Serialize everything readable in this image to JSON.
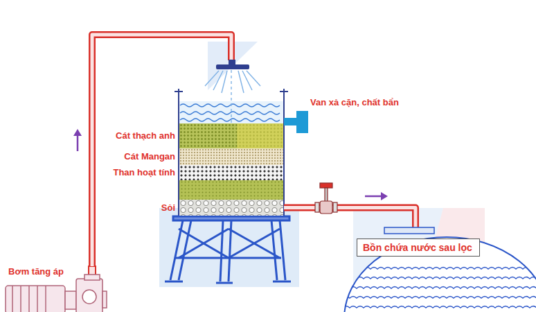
{
  "diagram": {
    "nodes": [
      {
        "text": [
          "Bơm tăng áp"
        ]
      },
      {
        "text": [
          "Cát thạch anh"
        ]
      },
      {
        "text": [
          "Cát Mangan"
        ]
      },
      {
        "text": [
          "Than hoạt tính"
        ]
      },
      {
        "text": [
          "Sỏi"
        ]
      },
      {
        "text": [
          "Bồn chứa nước sau lọc"
        ]
      }
    ],
    "edges": [
      {
        "from": 0,
        "to": 1,
        "arrow": "none"
      },
      {
        "from": 4,
        "to": 5,
        "arrow": "none"
      }
    ],
    "labels": [
      "Van xả cặn, chất bẩn"
    ]
  }
}
